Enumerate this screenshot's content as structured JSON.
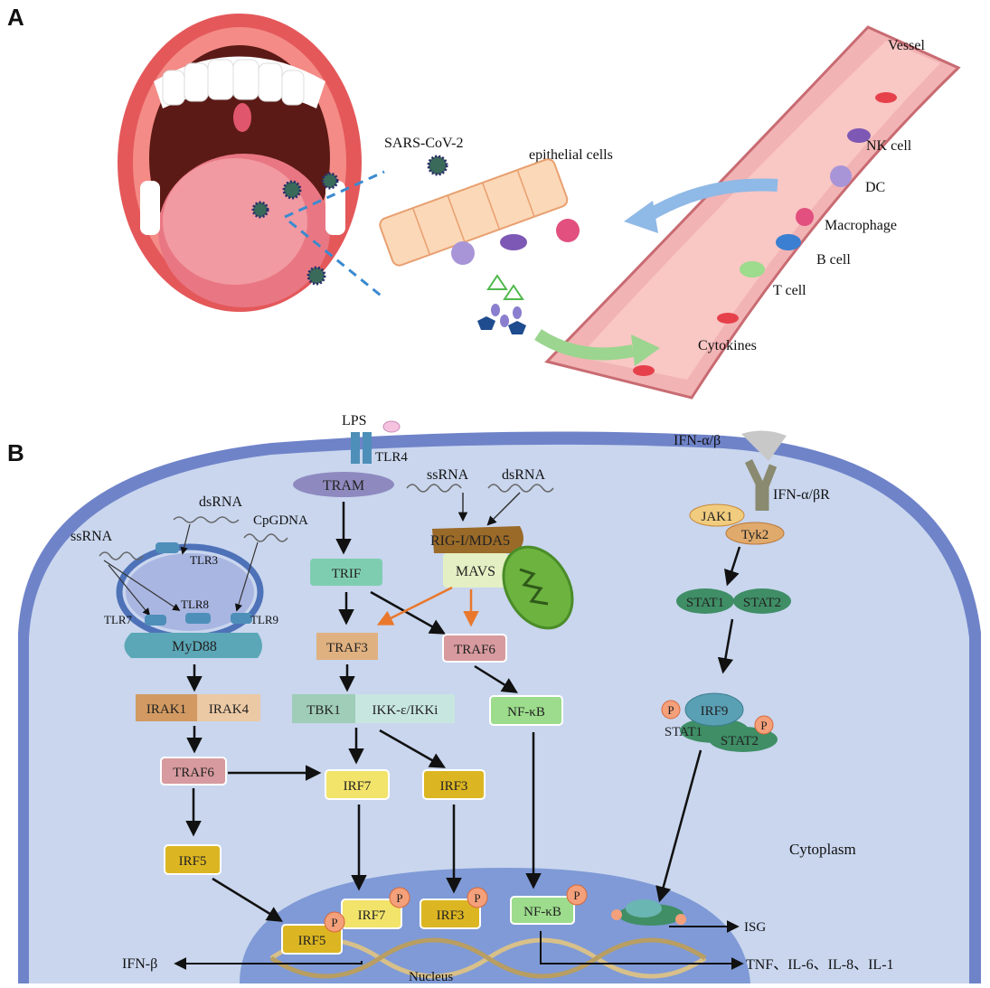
{
  "panel_a": {
    "letter": "A",
    "virus": "SARS-CoV-2",
    "epithelial": "epithelial cells",
    "vessel": "Vessel",
    "cells": {
      "nk": "NK cell",
      "dc": "DC",
      "macrophage": "Macrophage",
      "bcell": "B cell",
      "tcell": "T cell",
      "cytokines": "Cytokines"
    }
  },
  "panel_b": {
    "letter": "B",
    "lps": "LPS",
    "tlr4": "TLR4",
    "tram": "TRAM",
    "ssrna_top": "ssRNA",
    "dsrna_top": "dsRNA",
    "rig": "RIG-I/MDA5",
    "mavs": "MAVS",
    "dsrna_left": "dsRNA",
    "ssrna_left": "ssRNA",
    "cpg": "CpGDNA",
    "tlr3": "TLR3",
    "tlr8": "TLR8",
    "tlr7": "TLR7",
    "tlr9": "TLR9",
    "myd88": "MyD88",
    "irak1": "IRAK1",
    "irak4": "IRAK4",
    "traf6_left": "TRAF6",
    "irf5": "IRF5",
    "trif": "TRIF",
    "traf3": "TRAF3",
    "traf6_mid": "TRAF6",
    "tbk1": "TBK1",
    "ikk": "IKK-ε/IKKi",
    "irf7": "IRF7",
    "irf3": "IRF3",
    "nfkb": "NF-κB",
    "ifnab": "IFN-α/β",
    "ifnabr": "IFN-α/βR",
    "jak1": "JAK1",
    "tyk2": "Tyk2",
    "stat1": "STAT1",
    "stat2": "STAT2",
    "irf9": "IRF9",
    "stat1_b": "STAT1",
    "stat2_b": "STAT2",
    "p": "P",
    "cytoplasm": "Cytoplasm",
    "nucleus": "Nucleus",
    "irf7_n": "IRF7",
    "irf3_n": "IRF3",
    "irf5_n": "IRF5",
    "nfkb_n": "NF-κB",
    "isg": "ISG",
    "ifnb": "IFN-β",
    "cytokine_out": "TNF、IL-6、IL-8、IL-1"
  },
  "colors": {
    "cell_fill": "#c9d6ee",
    "membrane": "#6f83c9",
    "nucleus": "#7f9ad6",
    "vessel": "#e9a0a4",
    "arrow_orange": "#e9782c"
  }
}
